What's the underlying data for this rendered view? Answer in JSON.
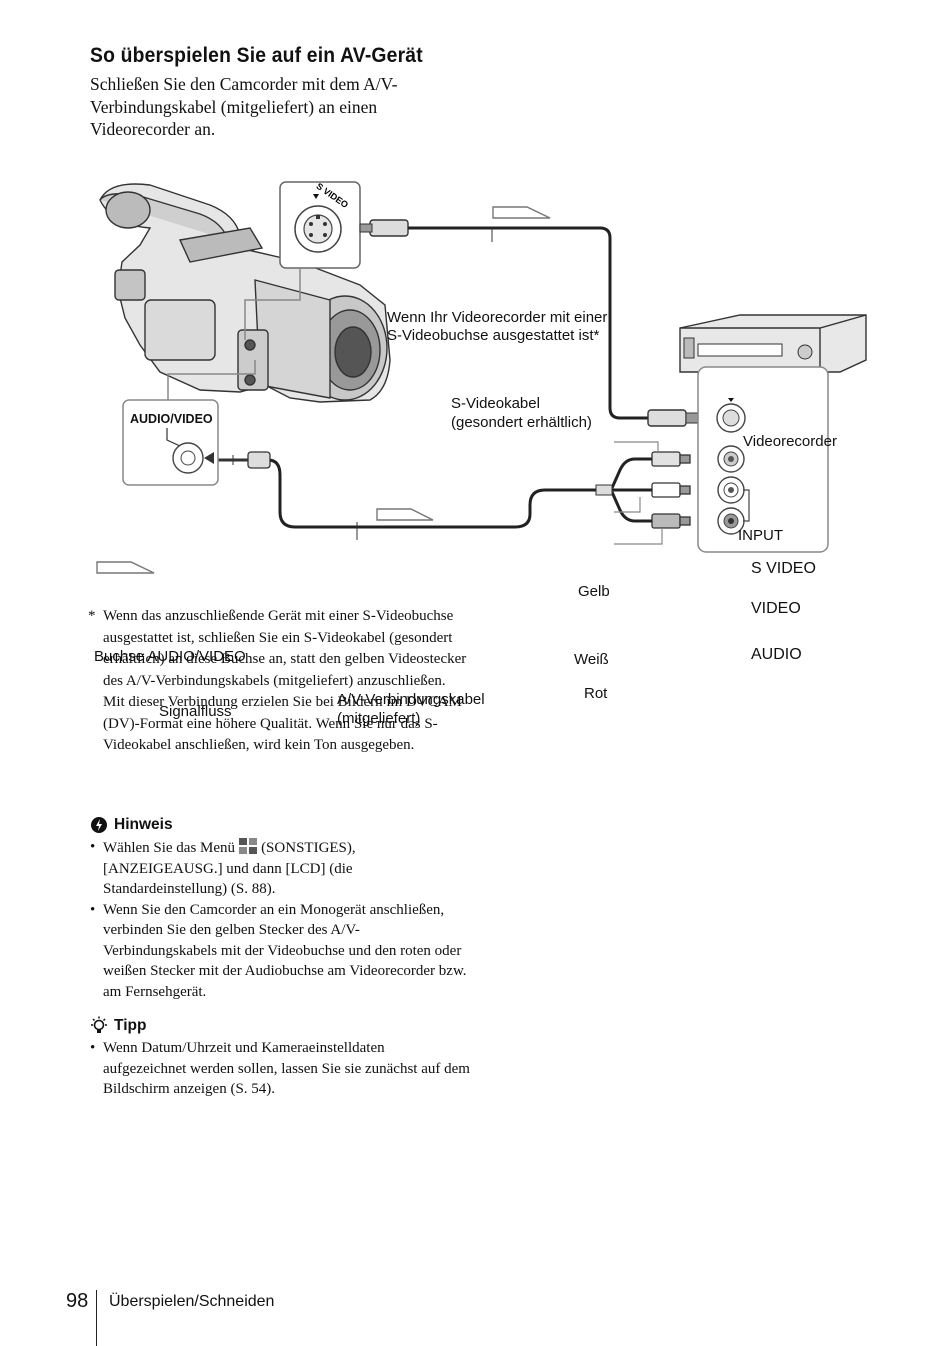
{
  "page": {
    "title": "So überspielen Sie auf ein AV-Gerät",
    "intro": "Schließen Sie den Camcorder mit dem A/V-Verbindungskabel (mitgeliefert) an einen Videorecorder an."
  },
  "diagram": {
    "svideo_note_line1": "Wenn Ihr Videorecorder mit einer",
    "svideo_note_line2": "S-Videobuchse ausgestattet ist*",
    "svideo_jack_label": "S VIDEO",
    "svideo_cable_line1": "S-Videokabel",
    "svideo_cable_line2": "(gesondert erhältlich)",
    "videorecorder": "Videorecorder",
    "input": "INPUT",
    "vcr_svideo": "S VIDEO",
    "vcr_video": "VIDEO",
    "vcr_audio": "AUDIO",
    "gelb": "Gelb",
    "weiss": "Weiß",
    "rot": "Rot",
    "audio_video_jack": "AUDIO/VIDEO",
    "buchse_label": "Buchse AUDIO/VIDEO",
    "signalfluss": "Signalfluss",
    "av_cable_line1": "A/V-Verbindungskabel",
    "av_cable_line2": "(mitgeliefert)"
  },
  "note": {
    "marker": "*",
    "text": "Wenn das anzuschließende Gerät mit einer S-Videobuchse ausgestattet ist, schließen Sie ein S-Videokabel (gesondert erhältlich) an diese Buchse an, statt den gelben Videostecker des A/V-Verbindungskabels (mitgeliefert) anzuschließen. Mit dieser Verbindung erzielen Sie bei Bildern im DVCAM (DV)-Format eine höhere Qualität. Wenn Sie nur das S-Videokabel anschließen, wird kein Ton ausgegeben."
  },
  "hinweis": {
    "heading": "Hinweis",
    "item1_before": "Wählen Sie das Menü",
    "item1_after": "(SONSTIGES), [ANZEIGEAUSG.] und dann [LCD] (die Standardeinstellung) (S. 88).",
    "item2": "Wenn Sie den Camcorder an ein Monogerät anschließen, verbinden Sie den gelben Stecker des A/V-Verbindungskabels mit der Videobuchse und den roten oder weißen Stecker mit der Audiobuchse am Videorecorder bzw. am Fernsehgerät."
  },
  "tipp": {
    "heading": "Tipp",
    "item1": "Wenn Datum/Uhrzeit und Kameraeinstelldaten aufgezeichnet werden sollen, lassen Sie sie zunächst auf dem Bildschirm anzeigen (S. 54)."
  },
  "footer": {
    "page_number": "98",
    "section": "Überspielen/Schneiden"
  }
}
